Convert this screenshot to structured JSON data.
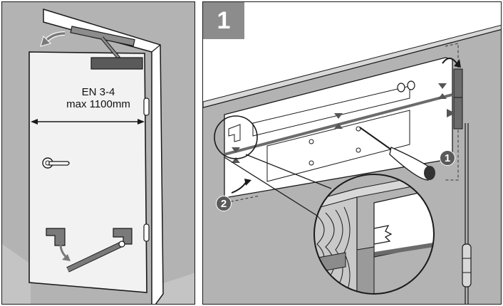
{
  "panel_left": {
    "width_label_line1": "EN 3-4",
    "width_label_line2": "max 1100mm"
  },
  "panel_right": {
    "step_number": "1",
    "callout_1": "1",
    "callout_2": "2"
  },
  "colors": {
    "wall": "#b3b3b3",
    "door": "#f2f2f2",
    "outline": "#1a1a1a",
    "part_dark": "#6b6b6b",
    "badge": "#8c8c8c"
  }
}
